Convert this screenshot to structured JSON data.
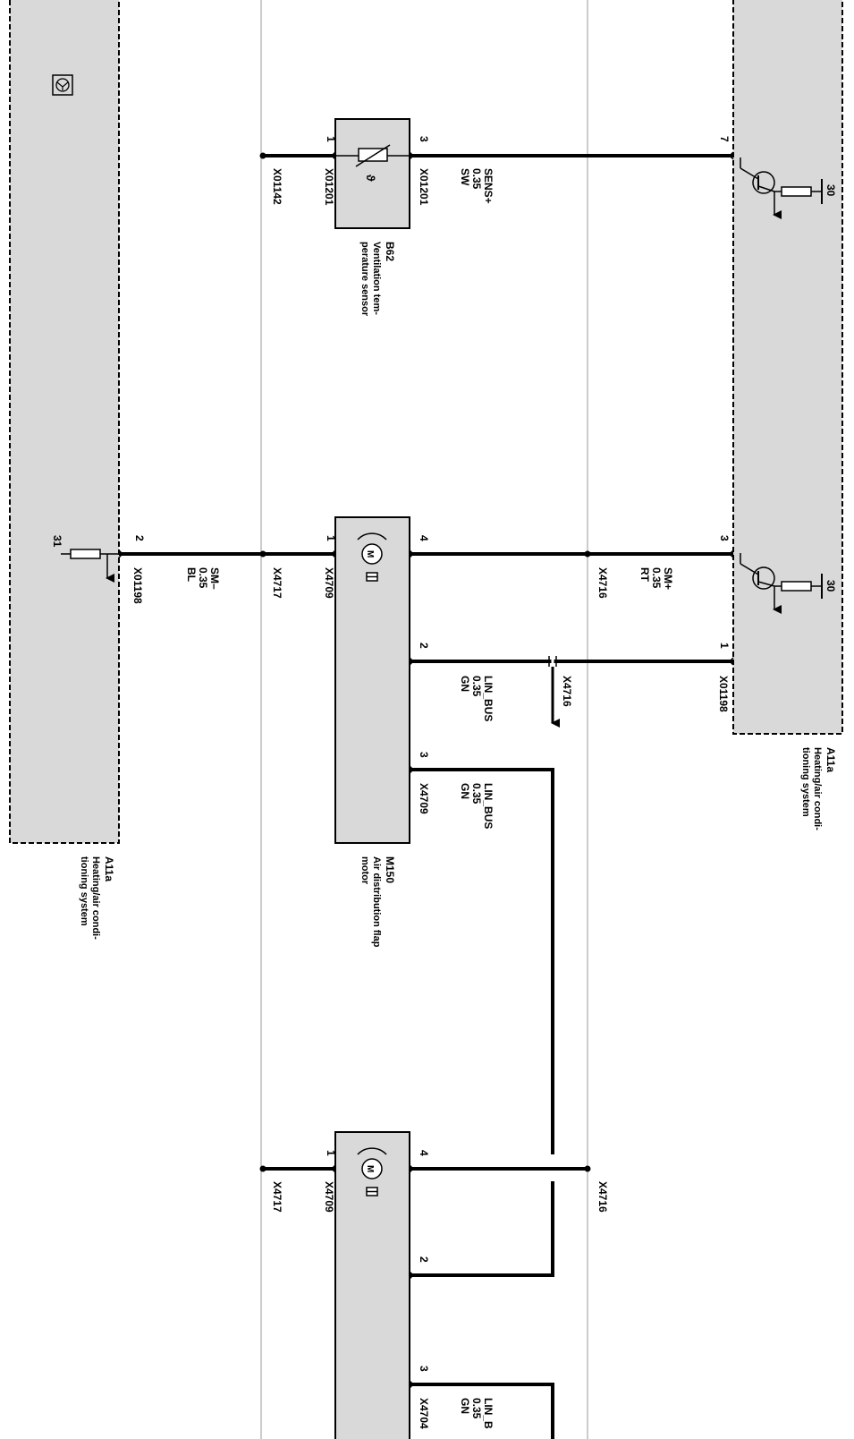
{
  "module_left": {
    "code": "A11a",
    "line1": "Heating/air condi-",
    "line2": "tioning system"
  },
  "module_right": {
    "code": "A11a",
    "line1": "Heating/air condi-",
    "line2": "tioning system"
  },
  "sensor": {
    "code": "B62",
    "line1": "Ventilation tem-",
    "line2": "perature sensor",
    "symbol": "ϑ"
  },
  "motor1": {
    "code": "M150",
    "line1": "Air distribution flap",
    "line2": "motor",
    "symbol": "M"
  },
  "motor2": {
    "symbol": "M"
  },
  "pins": {
    "sensor_1": "1",
    "sensor_3": "3",
    "right_7": "7",
    "right_3": "3",
    "right_1": "1",
    "left_2": "2",
    "m1_1": "1",
    "m1_4": "4",
    "m1_2": "2",
    "m1_3": "3",
    "m2_1": "1",
    "m2_4": "4",
    "m2_2": "2",
    "m2_3": "3",
    "supply_top": "30",
    "supply_mid": "30",
    "ground": "31"
  },
  "connectors": {
    "x01142": "X01142",
    "x01201_a": "X01201",
    "x01201_b": "X01201",
    "x01198_left": "X01198",
    "x01198_right": "X01198",
    "x4709_a": "X4709",
    "x4709_b": "X4709",
    "x4709_c": "X4709",
    "x4704": "X4704",
    "x4717_a": "X4717",
    "x4717_b": "X4717",
    "x4716_a": "X4716",
    "x4716_b": "X4716",
    "x4716_branch": "X4716"
  },
  "wires": {
    "sens_plus": {
      "name": "SENS+",
      "gauge": "0.35",
      "color": "SW"
    },
    "sm_plus": {
      "name": "SM+",
      "gauge": "0.35",
      "color": "RT"
    },
    "sm_minus": {
      "name": "SM–",
      "gauge": "0.35",
      "color": "BL"
    },
    "lin_bus_a": {
      "name": "LIN_BUS",
      "gauge": "0.35",
      "color": "GN"
    },
    "lin_bus_b": {
      "name": "LIN_BUS",
      "gauge": "0.35",
      "color": "GN"
    },
    "lin_bus_c": {
      "name": "LIN_B",
      "gauge": "0.35",
      "color": "GN"
    }
  },
  "colors": {
    "module_fill": "#d9d9d9",
    "wire": "#000000",
    "thin_line": "#999999"
  }
}
